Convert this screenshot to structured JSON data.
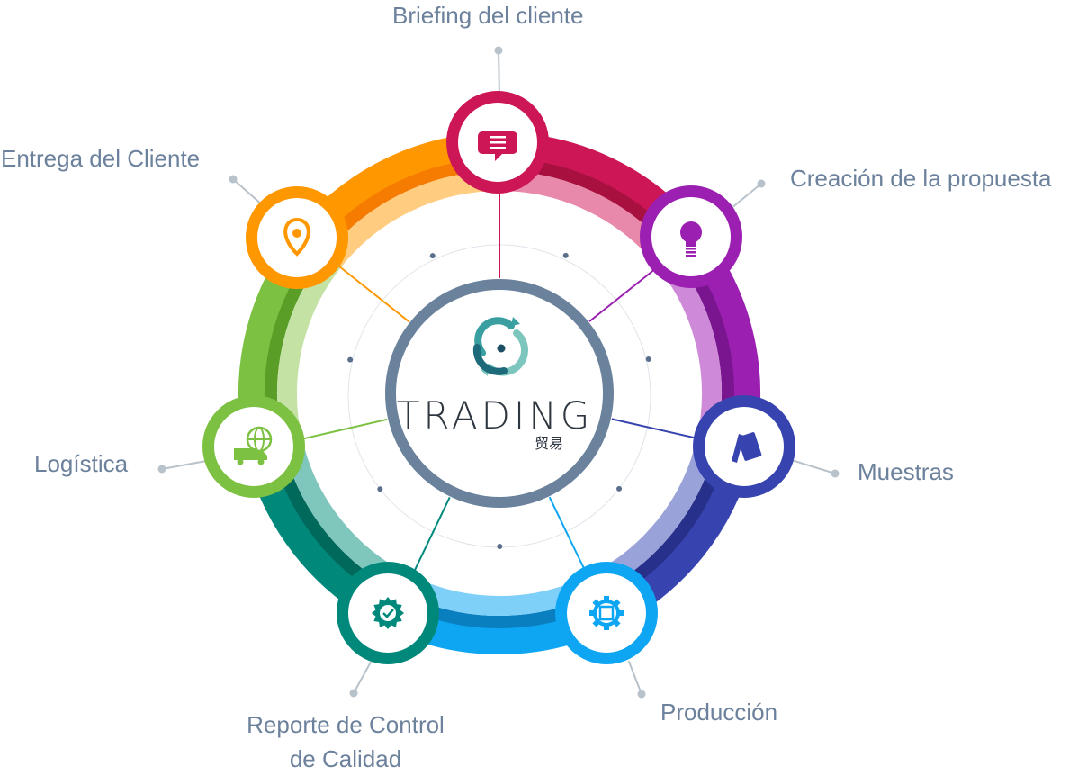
{
  "center": {
    "brand_text": "TRADING",
    "brand_sub": "贸易"
  },
  "steps": [
    {
      "id": "briefing",
      "label": "Briefing del cliente",
      "color": "#cc1655",
      "light": "#e889ac",
      "dark": "#a8103f",
      "icon": "chat-bubble-icon"
    },
    {
      "id": "propuesta",
      "label": "Creación de la propuesta",
      "color": "#9b1fb0",
      "light": "#ce8ad8",
      "dark": "#7a1590",
      "icon": "lightbulb-icon"
    },
    {
      "id": "muestras",
      "label": "Muestras",
      "color": "#3744b0",
      "light": "#9aa2da",
      "dark": "#27308a",
      "icon": "color-swatch-icon"
    },
    {
      "id": "produccion",
      "label": "Producción",
      "color": "#0ea6f2",
      "light": "#7fd0f8",
      "dark": "#0a7fc0",
      "icon": "gear-box-icon"
    },
    {
      "id": "calidad",
      "label": "Reporte de Control de Calidad",
      "label_lines": [
        "Reporte de Control",
        "de Calidad"
      ],
      "color": "#00897b",
      "light": "#7fc6bd",
      "dark": "#00695c",
      "icon": "quality-badge-icon"
    },
    {
      "id": "logistica",
      "label": "Logística",
      "color": "#7cc142",
      "light": "#c4e2a4",
      "dark": "#5a9e28",
      "icon": "truck-globe-icon"
    },
    {
      "id": "entrega",
      "label": "Entrega del Cliente",
      "color": "#ff9800",
      "light": "#ffcc80",
      "dark": "#f57c00",
      "icon": "location-pin-icon"
    }
  ],
  "colors": {
    "label_text": "#6c819c",
    "center_ring": "#6b829d",
    "leader": "#b8c2ca",
    "dots": "#5b6f8c"
  }
}
